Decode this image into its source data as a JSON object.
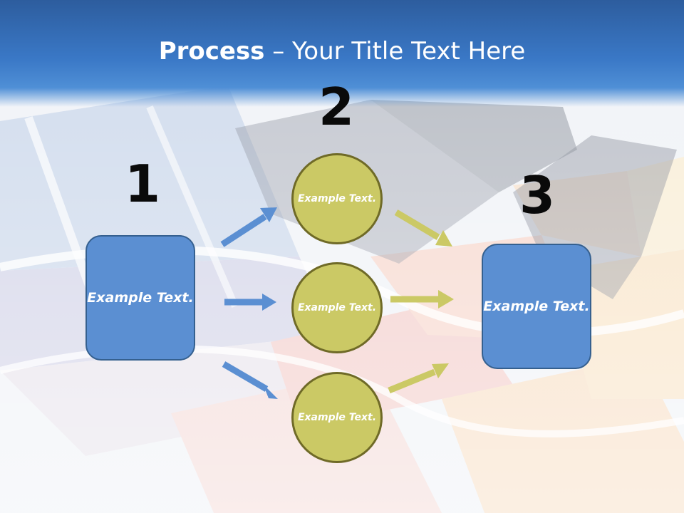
{
  "slide": {
    "title_bold": "Process",
    "title_rest": " – Your Title Text Here",
    "steps": {
      "one": "1",
      "two": "2",
      "three": "3"
    },
    "left_box": "Example Text.",
    "right_box": "Example Text.",
    "circles": [
      "Example Text.",
      "Example Text.",
      "Example Text."
    ]
  },
  "colors": {
    "header_blue": "#3a78c6",
    "box_fill": "#5b8fd2",
    "box_border": "#35608f",
    "circle_fill": "#cbc965",
    "circle_border": "#6f6a27",
    "arrow_blue": "#5b8fd2",
    "arrow_olive": "#cbc965"
  }
}
